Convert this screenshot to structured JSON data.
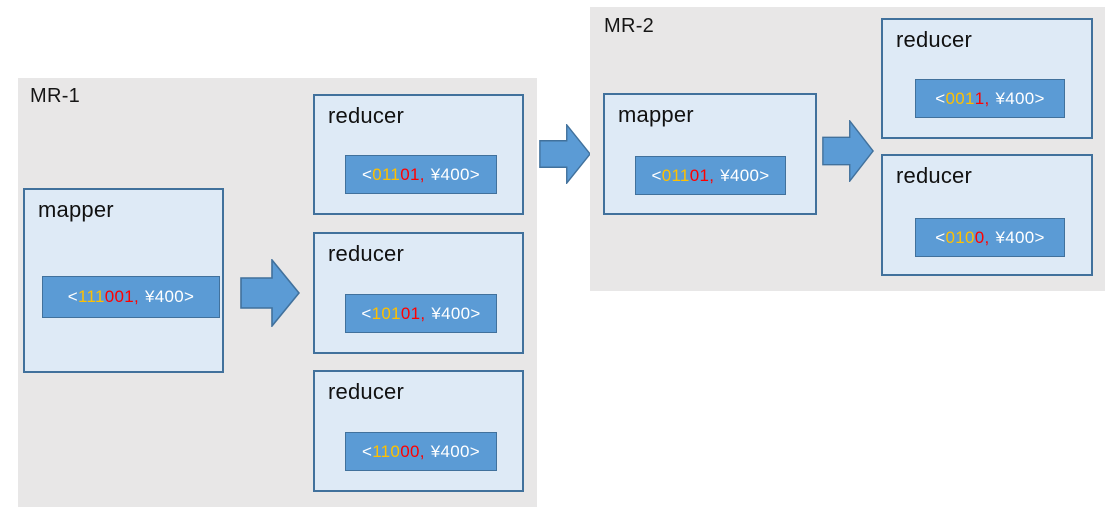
{
  "colors": {
    "panel_bg": "#E8E7E7",
    "box_fill": "#DEEAF6",
    "box_border": "#41719C",
    "chip_fill": "#5B9BD5",
    "arrow_fill": "#5B9BD5",
    "digit_gold": "#FFC000",
    "digit_red": "#FF0000",
    "chip_text": "#FFFFFF",
    "label_text": "#111111"
  },
  "mr1": {
    "label": "MR-1",
    "mapper": {
      "label": "mapper",
      "value": {
        "open": "<",
        "gold": "111",
        "red": "001,",
        "tail": " ¥400>"
      }
    },
    "reducers": [
      {
        "label": "reducer",
        "value": {
          "open": "<",
          "gold": "011",
          "red": "01,",
          "tail": " ¥400>"
        }
      },
      {
        "label": "reducer",
        "value": {
          "open": "<",
          "gold": "101",
          "red": "01,",
          "tail": " ¥400>"
        }
      },
      {
        "label": "reducer",
        "value": {
          "open": "<",
          "gold": "110",
          "red": "00,",
          "tail": " ¥400>"
        }
      }
    ]
  },
  "mr2": {
    "label": "MR-2",
    "mapper": {
      "label": "mapper",
      "value": {
        "open": "<",
        "gold": "011",
        "red": "01,",
        "tail": " ¥400>"
      }
    },
    "reducers": [
      {
        "label": "reducer",
        "value": {
          "open": "<",
          "gold": "001",
          "red": "1,",
          "tail": " ¥400>"
        }
      },
      {
        "label": "reducer",
        "value": {
          "open": "<",
          "gold": "010",
          "red": "0,",
          "tail": " ¥400>"
        }
      }
    ]
  }
}
